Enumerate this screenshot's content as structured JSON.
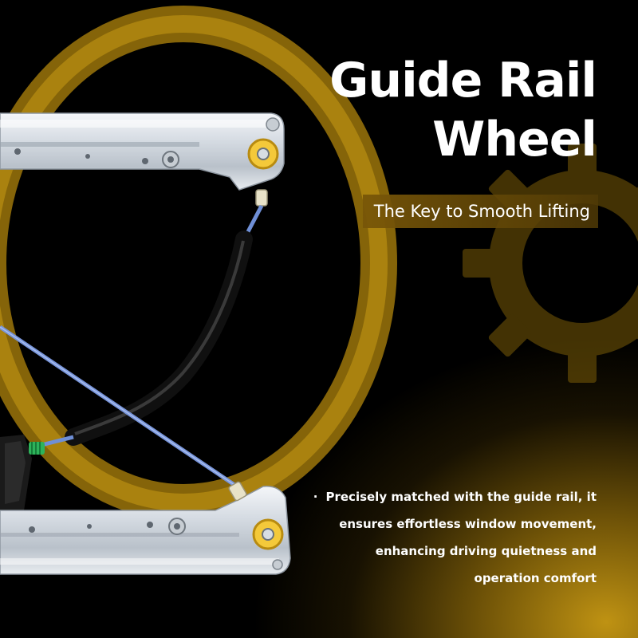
{
  "heading": {
    "line1": "Guide Rail",
    "line2": "Wheel"
  },
  "subheading": "The Key to Smooth Lifting",
  "feature": {
    "bullet": "·",
    "lines": [
      "Precisely matched with the guide rail, it",
      "ensures effortless window movement,",
      "enhancing driving quietness and",
      "operation comfort"
    ]
  },
  "colors": {
    "background": "#000000",
    "accent_gold": "#c99a14",
    "text": "#ffffff",
    "rail_metal": "#d9dfe6",
    "cable_blue": "#6f8fd6",
    "wheel_yellow": "#f4c93a"
  },
  "icons": {
    "background_ring": "circle-ring-decoration",
    "background_gear": "gear-icon"
  }
}
